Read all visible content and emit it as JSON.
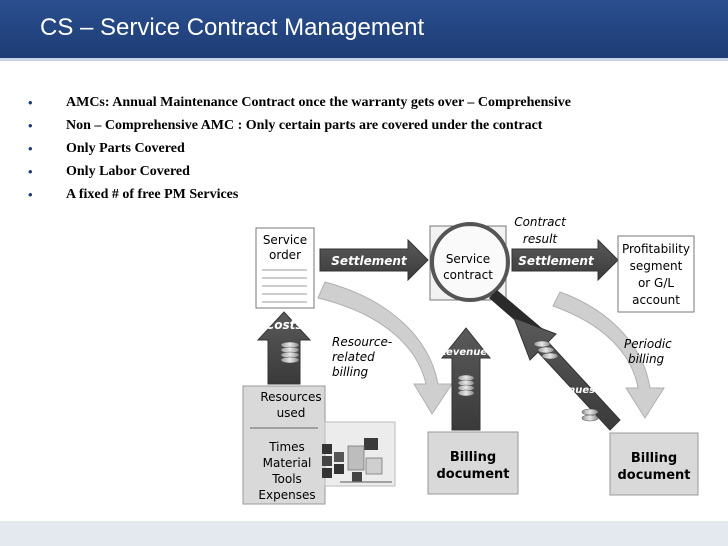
{
  "header": {
    "title": "CS – Service Contract Management"
  },
  "bullets": [
    "AMCs: Annual Maintenance Contract once the warranty gets over – Comprehensive",
    "Non – Comprehensive AMC : Only certain parts are covered under the contract",
    "Only Parts Covered",
    "Only Labor Covered",
    "A fixed # of free PM Services"
  ],
  "diagram": {
    "service_order": [
      "Service",
      "order"
    ],
    "settlement_left": "Settlement",
    "service_contract": [
      "Service",
      "contract"
    ],
    "contract_result": [
      "Contract",
      "result"
    ],
    "settlement_right": "Settlement",
    "profitability": [
      "Profitability",
      "segment",
      "or G/L",
      "account"
    ],
    "costs": "Costs",
    "resource_related_billing": [
      "Resource-",
      "related",
      "billing"
    ],
    "revenues_left": "Revenues",
    "revenues_right": "Revenues",
    "periodic_billing": [
      "Periodic",
      "billing"
    ],
    "resources_used": [
      "Resources",
      "used"
    ],
    "resource_types": [
      "Times",
      "Material",
      "Tools",
      "Expenses"
    ],
    "billing_document_left": [
      "Billing",
      "document"
    ],
    "billing_document_right": [
      "Billing",
      "document"
    ],
    "colors": {
      "arrow": "#4a4a4a",
      "box_bg": "#d9d9d9",
      "curve": "#cfcfcf"
    }
  }
}
